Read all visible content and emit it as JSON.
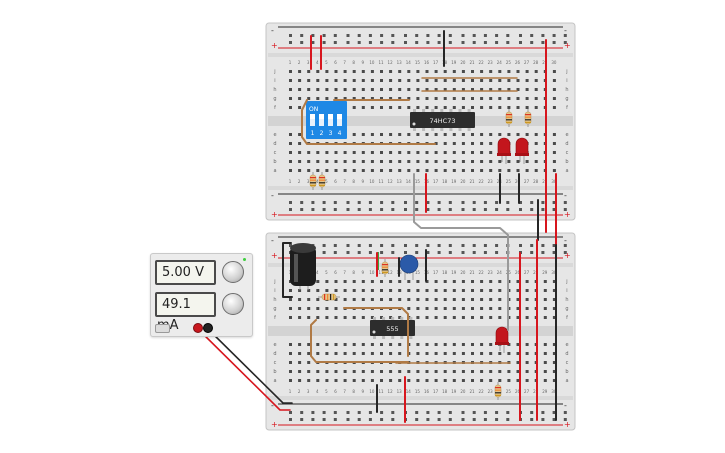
{
  "power_supply": {
    "voltage": "5.00 V",
    "current": "49.1 mA",
    "led_color": "#3ccf3c",
    "terminal_positive_color": "#c8171e",
    "terminal_negative_color": "#222222"
  },
  "breadboards": {
    "column_numbers": [
      "1",
      "2",
      "3",
      "4",
      "5",
      "6",
      "7",
      "8",
      "9",
      "10",
      "11",
      "12",
      "13",
      "14",
      "15",
      "16",
      "17",
      "18",
      "19",
      "20",
      "21",
      "22",
      "23",
      "24",
      "25",
      "26",
      "27",
      "28",
      "29",
      "30"
    ],
    "row_letters_top": [
      "j",
      "i",
      "h",
      "g",
      "f"
    ],
    "row_letters_bottom": [
      "e",
      "d",
      "c",
      "b",
      "a"
    ],
    "rail_plus": "+",
    "rail_minus": "-"
  },
  "chips": {
    "flipflop": "74HC73",
    "timer": "555"
  },
  "dip_switch": {
    "on_label": "ON",
    "numbers": [
      "1",
      "2",
      "3",
      "4"
    ],
    "color": "#1e88e5"
  },
  "wire_colors": {
    "red": "#d7161e",
    "black": "#262626",
    "brown": "#b07a45",
    "gray": "#9a9a9a"
  }
}
